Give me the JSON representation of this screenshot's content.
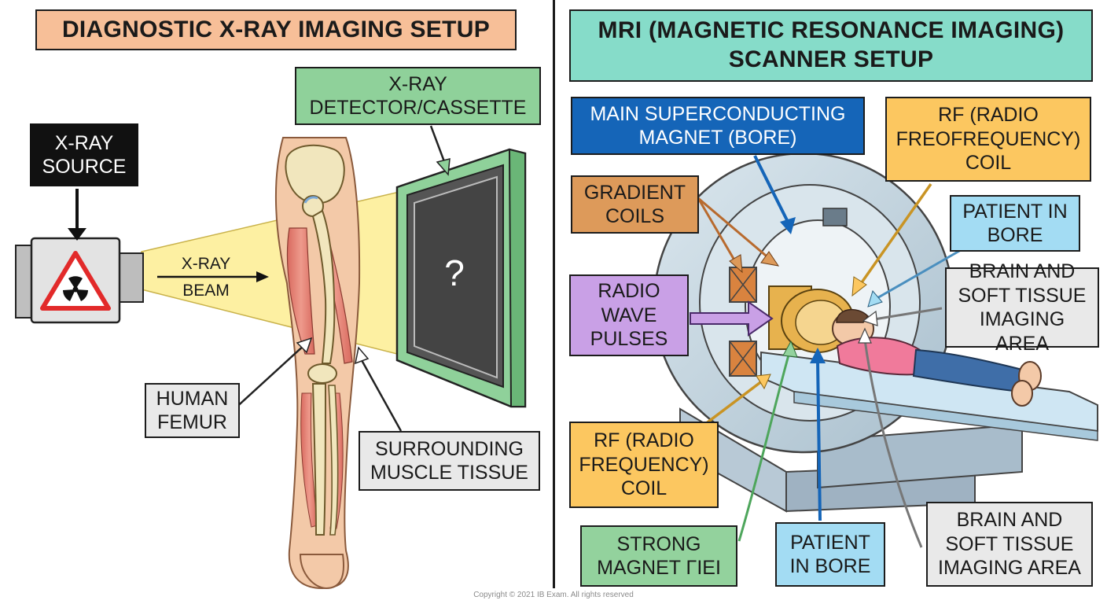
{
  "xray": {
    "title": "DIAGNOSTIC X-RAY IMAGING SETUP",
    "source_label": "X-RAY\nSOURCE",
    "detector_label": "X-RAY\nDETECTOR/CASSETTE",
    "beam_label_1": "X-RAY",
    "beam_label_2": "BEAM",
    "femur_label": "HUMAN\nFEMUR",
    "muscle_label": "SURROUNDING\nMUSCLE TISSUE",
    "detector_symbol": "?"
  },
  "mri": {
    "title": "MRI (MAGNETIC RESONANCE IMAGING)\nSCANNER SETUP",
    "magnet_label": "MAIN SUPERCONDUCTING\nMAGNET (BORE)",
    "rf_top_label": "RF (RADIO\nFREOFREQUENCY)\nCOIL",
    "gradient_label": "GRADIENT\nCOILS",
    "patient_top_label": "PATIENT IN\nBORE",
    "radio_label": "RADIO\nWAVE\nPULSES",
    "brain_top_label": "BRAIN AND\nSOFT TISSUE\nIMAGING AREA",
    "rf_bottom_label": "RF (RADIO\nFREQUENCY)\nCOIL",
    "field_label": "STRONG\nMAGNET ΓIEI",
    "patient_bottom_label": "PATIENT\nIN BORE",
    "brain_bottom_label": "BRAIN AND\nSOFT TISSUE\nIMAGING AREA"
  },
  "copyright": "Copyright © 2021 IB Exam. All rights reserved",
  "colors": {
    "title_xray_bg": "#f7bf98",
    "title_mri_bg": "#86dcc9",
    "source_bg": "#111111",
    "detector_label_bg": "#8fd19a",
    "gray_label_bg": "#e9e9e9",
    "magnet_label_bg": "#1565b8",
    "rf_label_bg": "#fcc760",
    "gradient_label_bg": "#dd9a5a",
    "patient_label_bg": "#a3dcf3",
    "radio_label_bg": "#c9a0e6",
    "field_label_bg": "#93d29d",
    "beam": "#fdf0a2",
    "muscle": "#e48274",
    "bone": "#f1e6bd",
    "skin": "#f3c9a8",
    "scanner": "#cfdde6",
    "radiation": "#e22a2a"
  }
}
